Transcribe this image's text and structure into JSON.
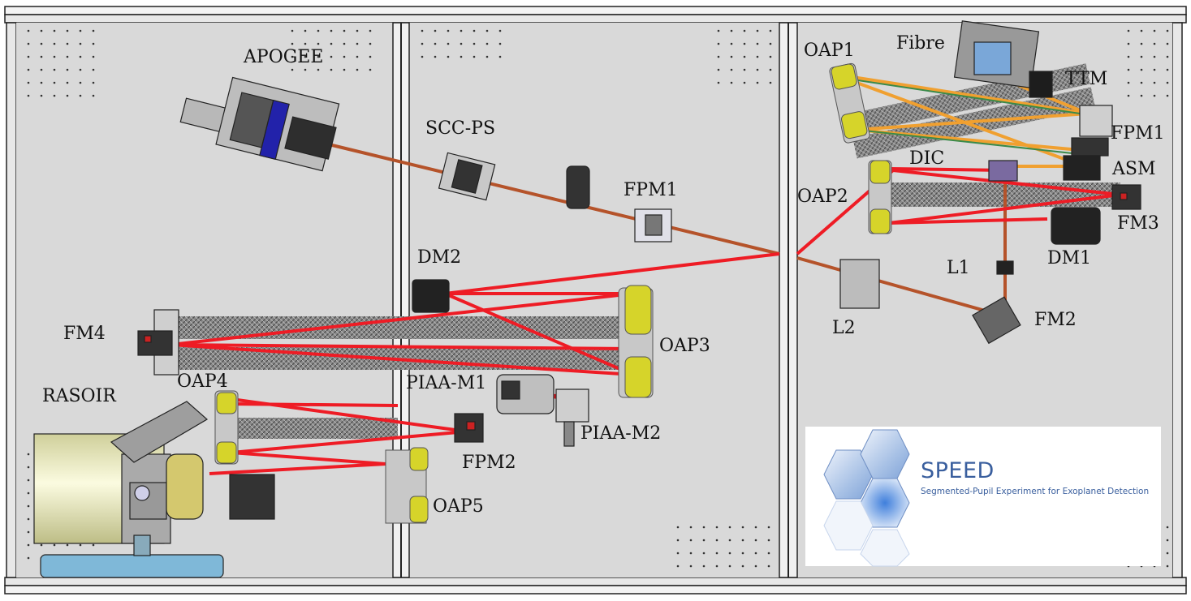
{
  "labels": {
    "apogee": "APOGEE",
    "scc_ps": "SCC-PS",
    "fpm1_left": "FPM1",
    "dm2": "DM2",
    "fm4": "FM4",
    "oap3": "OAP3",
    "oap4": "OAP4",
    "rasoir": "RASOIR",
    "piaa_m1": "PIAA-M1",
    "piaa_m2": "PIAA-M2",
    "fpm2": "FPM2",
    "oap5": "OAP5",
    "oap1": "OAP1",
    "fibre": "Fibre",
    "ttm": "TTM",
    "fpm1_right": "FPM1",
    "dic": "DIC",
    "asm": "ASM",
    "oap2": "OAP2",
    "fm3": "FM3",
    "l1": "L1",
    "dm1": "DM1",
    "l2": "L2",
    "fm2": "FM2"
  },
  "logo": {
    "title": "SPEED",
    "subtitle": "Segmented-Pupil Experiment for Exoplanet Detection"
  },
  "colors": {
    "bench": "#d9d9d9",
    "frame": "#6a6a6a",
    "beam_red": "#ee1c25",
    "beam_brown": "#b5532a",
    "beam_orange": "#f0a030",
    "beam_green": "#3a8a4a",
    "mirror_yellow": "#d6d42a",
    "logo_blue": "#3a5f9e"
  }
}
